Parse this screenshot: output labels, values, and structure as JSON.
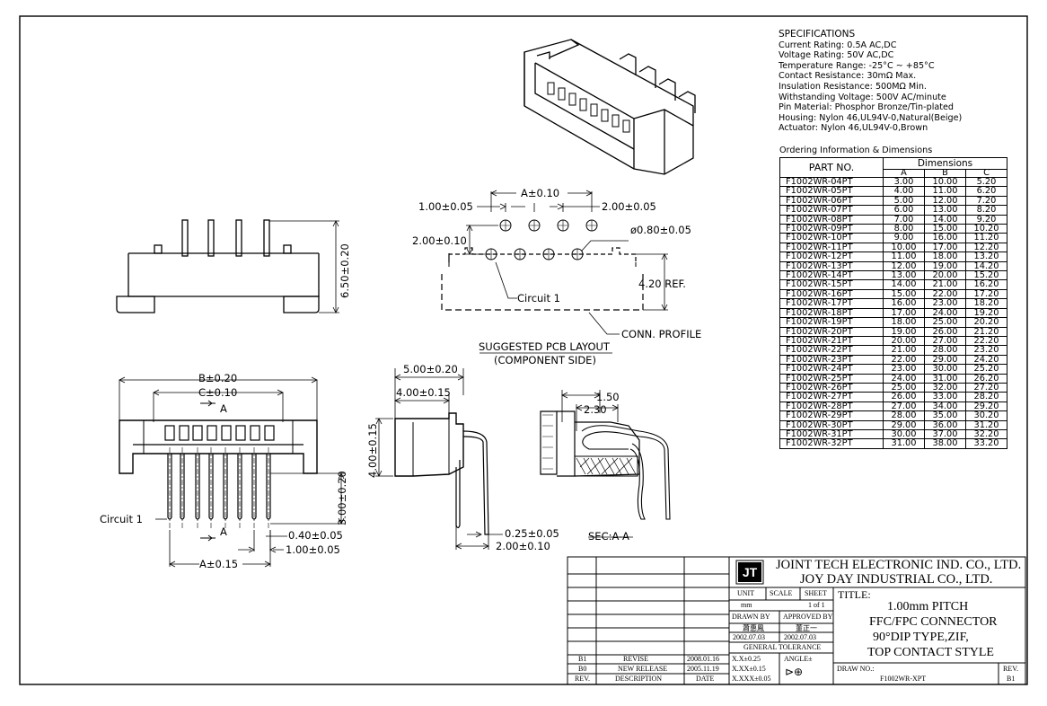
{
  "specifications": {
    "heading": "SPECIFICATIONS",
    "lines": [
      "Current Rating: 0.5A AC,DC",
      "Voltage Rating: 50V AC,DC",
      "Temperature Range: -25°C ~ +85°C",
      "Contact Resistance: 30mΩ Max.",
      "Insulation Resistance: 500MΩ Min.",
      "Withstanding Voltage: 500V AC/minute",
      "Pin Material: Phosphor Bronze/Tin-plated",
      "Housing: Nylon 46,UL94V-0,Natural(Beige)",
      "Actuator: Nylon 46,UL94V-0,Brown"
    ]
  },
  "ordering": {
    "heading": "Ordering Information & Dimensions",
    "part_no_header": "PART NO.",
    "dimensions_header": "Dimensions",
    "col_a": "A",
    "col_b": "B",
    "col_c": "C",
    "rows": [
      [
        "F1002WR-04PT",
        "3.00",
        "10.00",
        "5.20"
      ],
      [
        "F1002WR-05PT",
        "4.00",
        "11.00",
        "6.20"
      ],
      [
        "F1002WR-06PT",
        "5.00",
        "12.00",
        "7.20"
      ],
      [
        "F1002WR-07PT",
        "6.00",
        "13.00",
        "8.20"
      ],
      [
        "F1002WR-08PT",
        "7.00",
        "14.00",
        "9.20"
      ],
      [
        "F1002WR-09PT",
        "8.00",
        "15.00",
        "10.20"
      ],
      [
        "F1002WR-10PT",
        "9.00",
        "16.00",
        "11.20"
      ],
      [
        "F1002WR-11PT",
        "10.00",
        "17.00",
        "12.20"
      ],
      [
        "F1002WR-12PT",
        "11.00",
        "18.00",
        "13.20"
      ],
      [
        "F1002WR-13PT",
        "12.00",
        "19.00",
        "14.20"
      ],
      [
        "F1002WR-14PT",
        "13.00",
        "20.00",
        "15.20"
      ],
      [
        "F1002WR-15PT",
        "14.00",
        "21.00",
        "16.20"
      ],
      [
        "F1002WR-16PT",
        "15.00",
        "22.00",
        "17.20"
      ],
      [
        "F1002WR-17PT",
        "16.00",
        "23.00",
        "18.20"
      ],
      [
        "F1002WR-18PT",
        "17.00",
        "24.00",
        "19.20"
      ],
      [
        "F1002WR-19PT",
        "18.00",
        "25.00",
        "20.20"
      ],
      [
        "F1002WR-20PT",
        "19.00",
        "26.00",
        "21.20"
      ],
      [
        "F1002WR-21PT",
        "20.00",
        "27.00",
        "22.20"
      ],
      [
        "F1002WR-22PT",
        "21.00",
        "28.00",
        "23.20"
      ],
      [
        "F1002WR-23PT",
        "22.00",
        "29.00",
        "24.20"
      ],
      [
        "F1002WR-24PT",
        "23.00",
        "30.00",
        "25.20"
      ],
      [
        "F1002WR-25PT",
        "24.00",
        "31.00",
        "26.20"
      ],
      [
        "F1002WR-26PT",
        "25.00",
        "32.00",
        "27.20"
      ],
      [
        "F1002WR-27PT",
        "26.00",
        "33.00",
        "28.20"
      ],
      [
        "F1002WR-28PT",
        "27.00",
        "34.00",
        "29.20"
      ],
      [
        "F1002WR-29PT",
        "28.00",
        "35.00",
        "30.20"
      ],
      [
        "F1002WR-30PT",
        "29.00",
        "36.00",
        "31.20"
      ],
      [
        "F1002WR-31PT",
        "30.00",
        "37.00",
        "32.20"
      ],
      [
        "F1002WR-32PT",
        "31.00",
        "38.00",
        "33.20"
      ]
    ]
  },
  "pcb": {
    "dim_a": "A±0.10",
    "dim_pitch": "1.00±0.05",
    "dim_row": "2.00±0.05",
    "dim_offset": "2.00±0.10",
    "dim_hole": "ø0.80±0.05",
    "circuit": "Circuit 1",
    "ref": "4.20 REF.",
    "profile": "CONN. PROFILE",
    "title": "SUGGESTED PCB LAYOUT",
    "subtitle": "(COMPONENT SIDE)"
  },
  "front_view": {
    "height": "6.50±0.20"
  },
  "bottom_view": {
    "dim_b": "B±0.20",
    "dim_c": "C±0.10",
    "section_a_top": "A",
    "section_a_bottom": "A",
    "circuit": "Circuit 1",
    "pin_height": "3.00±0.20",
    "pin_width": "0.40±0.05",
    "pitch": "1.00±0.05",
    "dim_a": "A±0.15"
  },
  "side_view": {
    "width": "5.00±0.20",
    "inner": "4.00±0.15",
    "height": "4.00±0.15",
    "thickness": "0.25±0.05",
    "row": "2.00±0.10"
  },
  "section": {
    "dim1": "1.50",
    "dim2": "2.30",
    "title": "SEC:A-A"
  },
  "title_block": {
    "company1": "JOINT TECH ELECTRONIC IND. CO., LTD.",
    "company2": "JOY DAY INDUSTRIAL CO., LTD.",
    "unit_label": "UNIT",
    "unit_value": "mm",
    "scale_label": "SCALE",
    "sheet_label": "SHEET",
    "sheet_value": "1 of 1",
    "drawn_label": "DRAWN BY",
    "drawn_name": "蕭惠鳳",
    "drawn_date": "2002.07.03",
    "approved_label": "APPROVED BY",
    "approved_name": "董正一",
    "approved_date": "2002.07.03",
    "tolerance_label": "GENERAL TOLERANCE",
    "tol1": "X.X±0.25",
    "tol2": "X.XX±0.15",
    "tol3": "X.XXX±0.05",
    "angle_label": "ANGLE±",
    "title_label": "TITLE:",
    "title_lines": [
      "1.00mm PITCH",
      "FFC/FPC CONNECTOR",
      "90°DIP TYPE,ZIF,",
      "TOP CONTACT STYLE"
    ],
    "draw_no_label": "DRAW NO.:",
    "draw_no": "F1002WR-XPT",
    "rev_label": "REV.",
    "rev_value": "B1",
    "revisions": [
      {
        "rev": "B1",
        "desc": "REVISE",
        "date": "2008.01.16"
      },
      {
        "rev": "B0",
        "desc": "NEW RELEASE",
        "date": "2005.11.19"
      }
    ],
    "rev_col": "REV.",
    "desc_col": "DESCRIPTION",
    "date_col": "DATE"
  }
}
